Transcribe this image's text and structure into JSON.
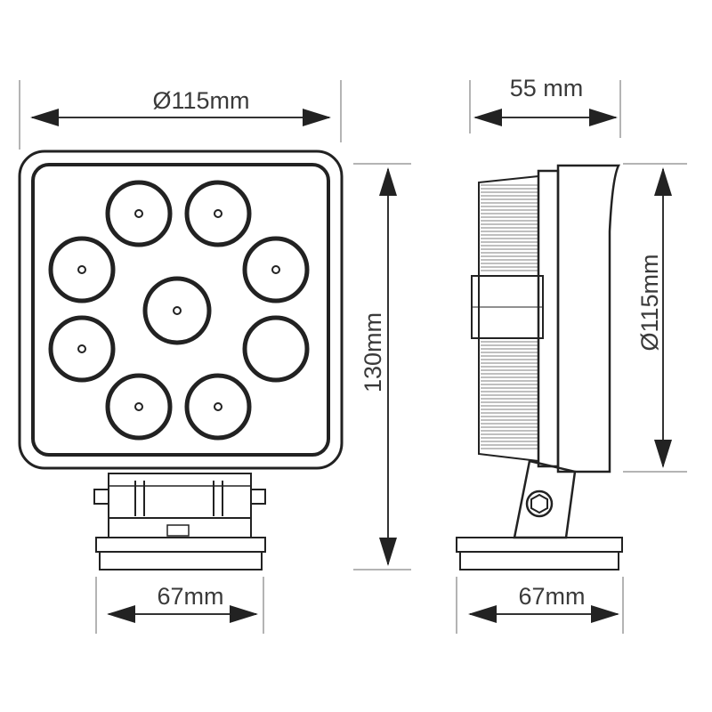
{
  "dimensions": {
    "front_width": "Ø115mm",
    "side_depth": "55 mm",
    "total_height": "130mm",
    "side_diameter": "Ø115mm",
    "front_base": "67mm",
    "side_base": "67mm"
  },
  "colors": {
    "line": "#222222",
    "text": "#3a3a3a",
    "background": "#ffffff"
  },
  "led_count": 9
}
